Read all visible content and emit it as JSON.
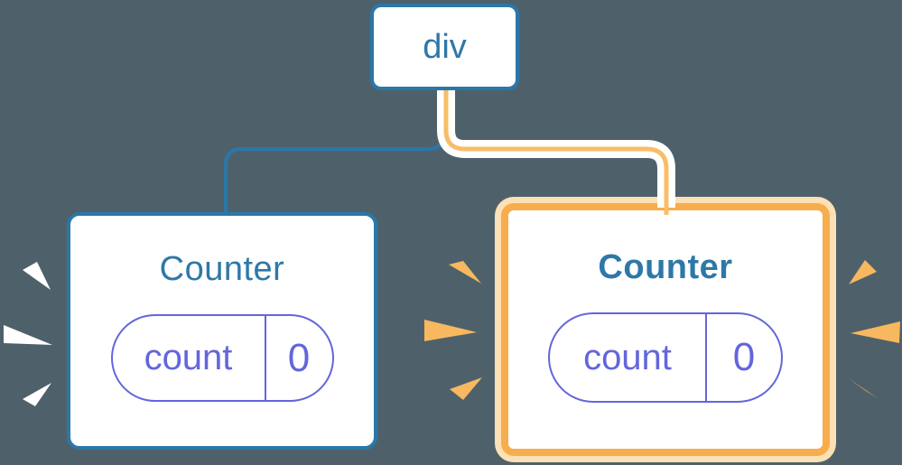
{
  "diagram": {
    "root": {
      "label": "div"
    },
    "left_counter": {
      "title": "Counter",
      "state_key": "count",
      "state_value": "0"
    },
    "right_counter": {
      "title": "Counter",
      "state_key": "count",
      "state_value": "0"
    }
  },
  "colors": {
    "background": "#4e616b",
    "blue_border": "#2b77a8",
    "blue_text": "#2e78a8",
    "purple": "#6366db",
    "orange_border": "#f7ad4d",
    "orange_casing": "#fce0b6",
    "orange_line": "#f9bd68",
    "spark_left": "#ffffff",
    "spark_orange": "#f8b85f",
    "white": "#ffffff"
  }
}
